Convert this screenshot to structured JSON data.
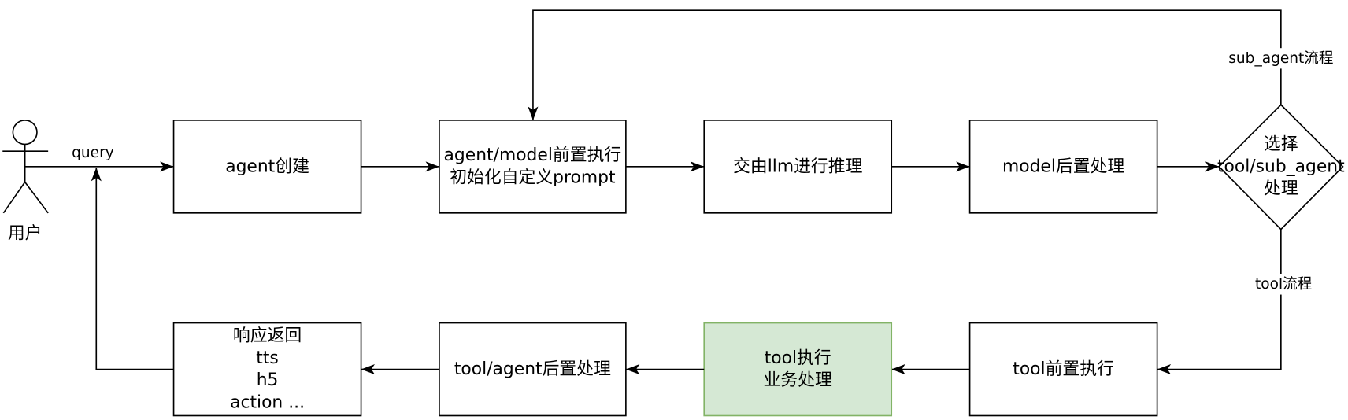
{
  "actor": {
    "label": "用户"
  },
  "nodes": {
    "agent_create": {
      "lines": [
        "agent创建"
      ]
    },
    "pre_exec": {
      "lines": [
        "agent/model前置执行",
        "初始化自定义prompt"
      ]
    },
    "llm_infer": {
      "lines": [
        "交由llm进行推理"
      ]
    },
    "model_post": {
      "lines": [
        "model后置处理"
      ]
    },
    "decision": {
      "lines": [
        "选择",
        "tool/sub_agent",
        "处理"
      ]
    },
    "tool_pre": {
      "lines": [
        "tool前置执行"
      ]
    },
    "tool_exec": {
      "lines": [
        "tool执行",
        "业务处理"
      ]
    },
    "tool_agent_post": {
      "lines": [
        "tool/agent后置处理"
      ]
    },
    "response": {
      "lines": [
        "响应返回",
        "tts",
        "h5",
        "action ..."
      ]
    }
  },
  "edge_labels": {
    "query": "query",
    "sub_agent_flow": "sub_agent流程",
    "tool_flow": "tool流程"
  },
  "colors": {
    "stroke": "#000000",
    "highlight_fill": "#d5e8d4",
    "highlight_stroke": "#82b366"
  }
}
